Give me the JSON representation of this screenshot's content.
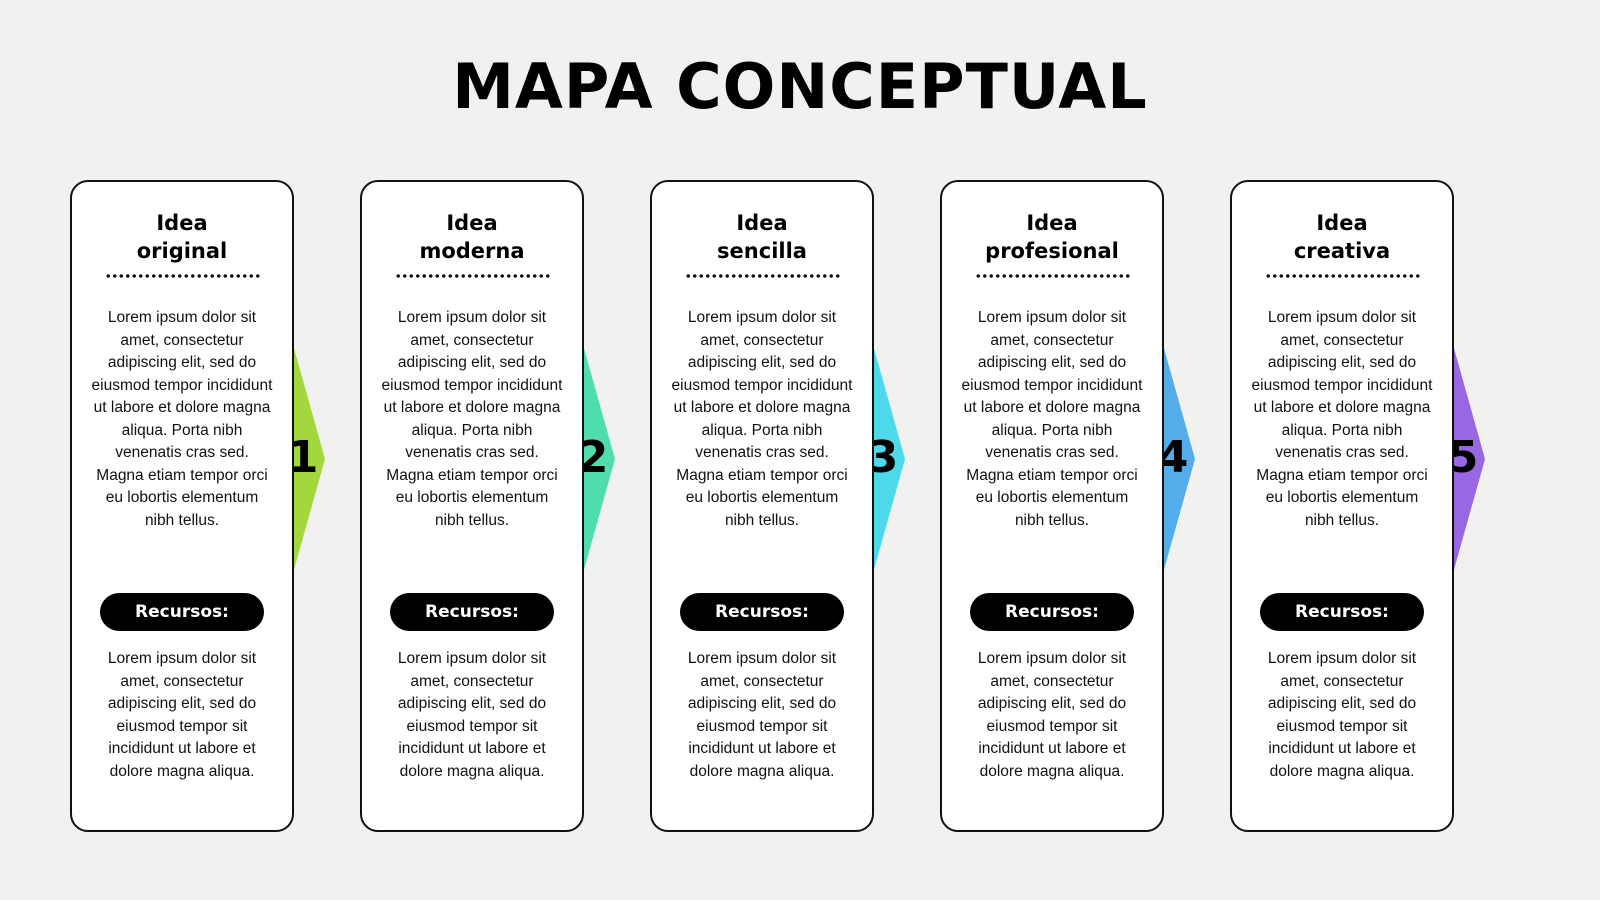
{
  "title": "MAPA CONCEPTUAL",
  "steps": [
    {
      "number": "1",
      "heading_line1": "Idea",
      "heading_line2": "original",
      "color": "#a2d73e",
      "description": "Lorem ipsum dolor sit amet, consectetur adipiscing elit, sed do eiusmod tempor incididunt ut labore et dolore magna aliqua. Porta nibh venenatis cras sed. Magna etiam tempor orci eu lobortis elementum nibh tellus.",
      "resources_label": "Recursos:",
      "resources_text": "Lorem ipsum dolor sit amet, consectetur adipiscing elit, sed do eiusmod tempor sit incididunt ut labore et dolore magna aliqua."
    },
    {
      "number": "2",
      "heading_line1": "Idea",
      "heading_line2": "moderna",
      "color": "#4fddb0",
      "description": "Lorem ipsum dolor sit amet, consectetur adipiscing elit, sed do eiusmod tempor incididunt ut labore et dolore magna aliqua. Porta nibh venenatis cras sed. Magna etiam tempor orci eu lobortis elementum nibh tellus.",
      "resources_label": "Recursos:",
      "resources_text": "Lorem ipsum dolor sit amet, consectetur adipiscing elit, sed do eiusmod tempor sit incididunt ut labore et dolore magna aliqua."
    },
    {
      "number": "3",
      "heading_line1": "Idea",
      "heading_line2": "sencilla",
      "color": "#4ed9ea",
      "description": "Lorem ipsum dolor sit amet, consectetur adipiscing elit, sed do eiusmod tempor incididunt ut labore et dolore magna aliqua. Porta nibh venenatis cras sed. Magna etiam tempor orci eu lobortis elementum nibh tellus.",
      "resources_label": "Recursos:",
      "resources_text": "Lorem ipsum dolor sit amet, consectetur adipiscing elit, sed do eiusmod tempor sit incididunt ut labore et dolore magna aliqua."
    },
    {
      "number": "4",
      "heading_line1": "Idea",
      "heading_line2": "profesional",
      "color": "#55acea",
      "description": "Lorem ipsum dolor sit amet, consectetur adipiscing elit, sed do eiusmod tempor incididunt ut labore et dolore magna aliqua. Porta nibh venenatis cras sed. Magna etiam tempor orci eu lobortis elementum nibh tellus.",
      "resources_label": "Recursos:",
      "resources_text": "Lorem ipsum dolor sit amet, consectetur adipiscing elit, sed do eiusmod tempor sit incididunt ut labore et dolore magna aliqua."
    },
    {
      "number": "5",
      "heading_line1": "Idea",
      "heading_line2": "creativa",
      "color": "#9867e2",
      "description": "Lorem ipsum dolor sit amet, consectetur adipiscing elit, sed do eiusmod tempor incididunt ut labore et dolore magna aliqua. Porta nibh venenatis cras sed. Magna etiam tempor orci eu lobortis elementum nibh tellus.",
      "resources_label": "Recursos:",
      "resources_text": "Lorem ipsum dolor sit amet, consectetur adipiscing elit, sed do eiusmod tempor sit incididunt ut labore et dolore magna aliqua."
    }
  ]
}
